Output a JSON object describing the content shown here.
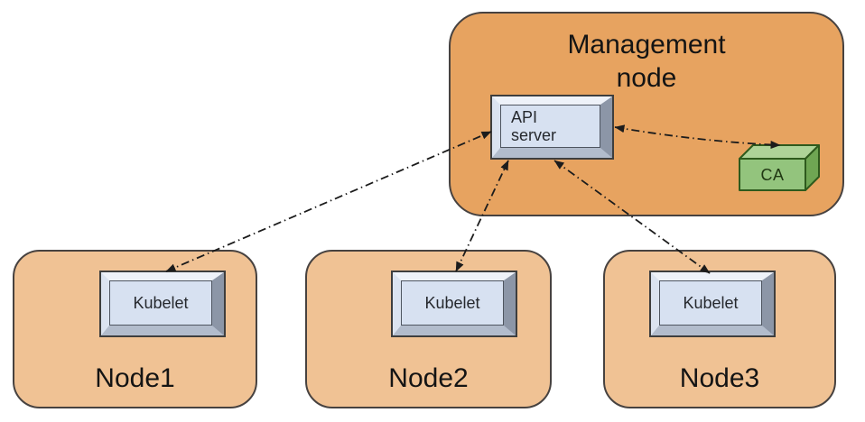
{
  "management_node": {
    "label_line1": "Management",
    "label_line2": "node",
    "api_server": {
      "line1": "API",
      "line2": "server"
    },
    "ca_label": "CA"
  },
  "worker_nodes": [
    {
      "label": "Node1",
      "component": "Kubelet"
    },
    {
      "label": "Node2",
      "component": "Kubelet"
    },
    {
      "label": "Node3",
      "component": "Kubelet"
    }
  ],
  "connections": [
    {
      "from": "API server",
      "to": "Kubelet (Node1)",
      "style": "dash-dot",
      "bidirectional": true
    },
    {
      "from": "API server",
      "to": "Kubelet (Node2)",
      "style": "dash-dot",
      "bidirectional": true
    },
    {
      "from": "API server",
      "to": "Kubelet (Node3)",
      "style": "dash-dot",
      "bidirectional": true
    },
    {
      "from": "API server",
      "to": "CA",
      "style": "dash-dot",
      "bidirectional": true
    }
  ],
  "colors": {
    "management_node_fill": "#e7a360",
    "worker_node_fill": "#f0c294",
    "node_border": "#474240",
    "component_face": "#d7e1f1",
    "component_bevel_dark": "#8c96a7",
    "ca_front": "#93c47d",
    "ca_top": "#aed398",
    "ca_side": "#6fa653",
    "ca_border": "#2e5a1d",
    "arrow": "#1c1c1c",
    "background": "#ffffff"
  }
}
